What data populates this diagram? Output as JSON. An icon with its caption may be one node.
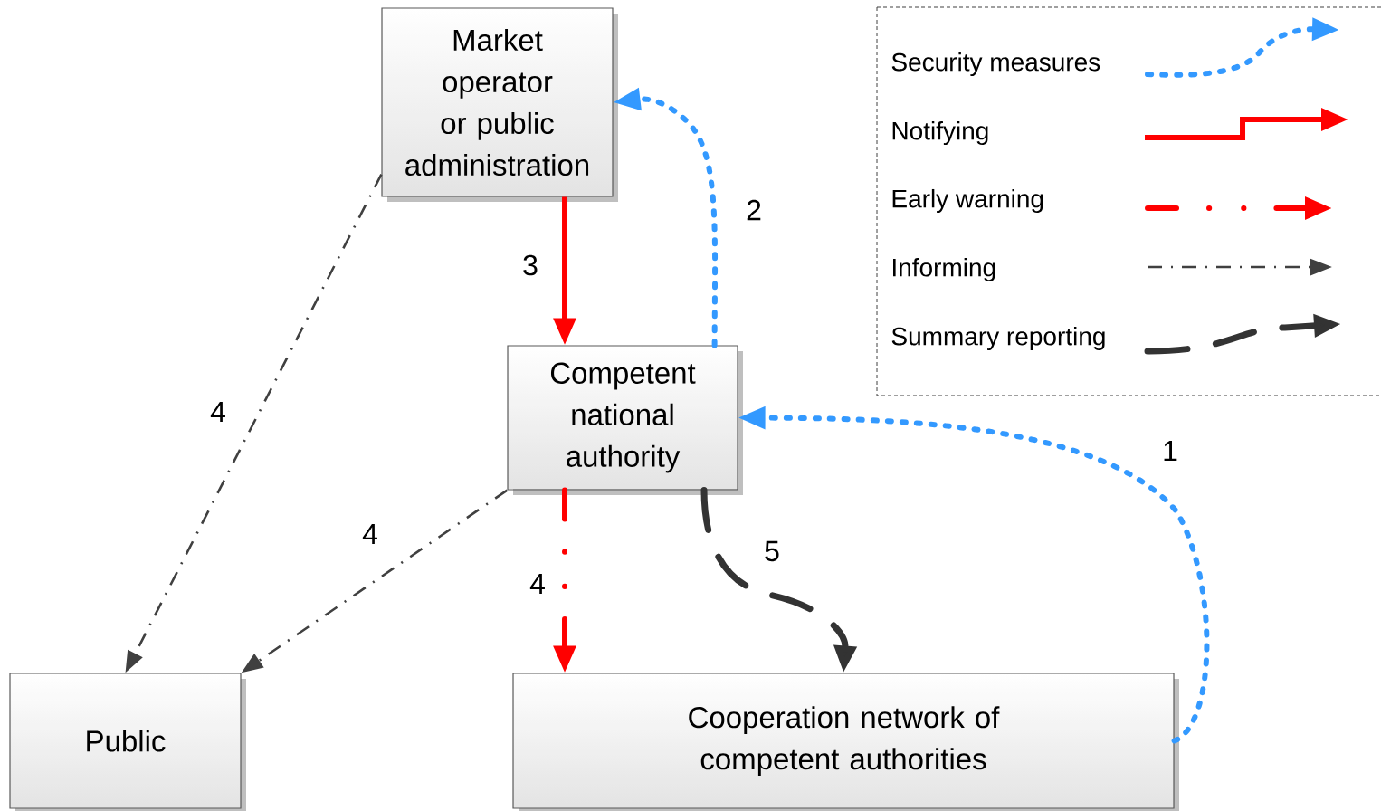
{
  "diagram": {
    "nodes": [
      {
        "text": [
          "Market operator or public administration"
        ]
      },
      {
        "text": [
          "Competent national authority"
        ]
      },
      {
        "text": [
          "Public"
        ]
      },
      {
        "text": [
          "Cooperation network of competent authorities"
        ]
      }
    ],
    "edges": [
      {
        "from": 3,
        "to": 1,
        "arrow": "to",
        "label": "1",
        "style": "dashed",
        "color": "#3399ff"
      },
      {
        "from": 1,
        "to": 0,
        "arrow": "to",
        "label": "2",
        "style": "dashed",
        "color": "#3399ff"
      },
      {
        "from": 0,
        "to": 1,
        "arrow": "to",
        "label": "3",
        "color": "#ff0000"
      },
      {
        "from": 0,
        "to": 2,
        "arrow": "to",
        "label": "4",
        "style": "dashed",
        "color": "#404040"
      },
      {
        "from": 1,
        "to": 2,
        "arrow": "to",
        "label": "4",
        "style": "dashed",
        "color": "#404040"
      },
      {
        "from": 1,
        "to": 3,
        "arrow": "to",
        "label": "4",
        "style": "dashed",
        "color": "#ff0000"
      },
      {
        "from": 1,
        "to": 3,
        "arrow": "to",
        "label": "5",
        "style": "dashed",
        "color": "#333333"
      }
    ],
    "legend": [
      {
        "text": "Security measures"
      },
      {
        "text": "Notifying"
      },
      {
        "text": "Early warning"
      },
      {
        "text": "Informing"
      },
      {
        "text": "Summary reporting"
      }
    ]
  }
}
